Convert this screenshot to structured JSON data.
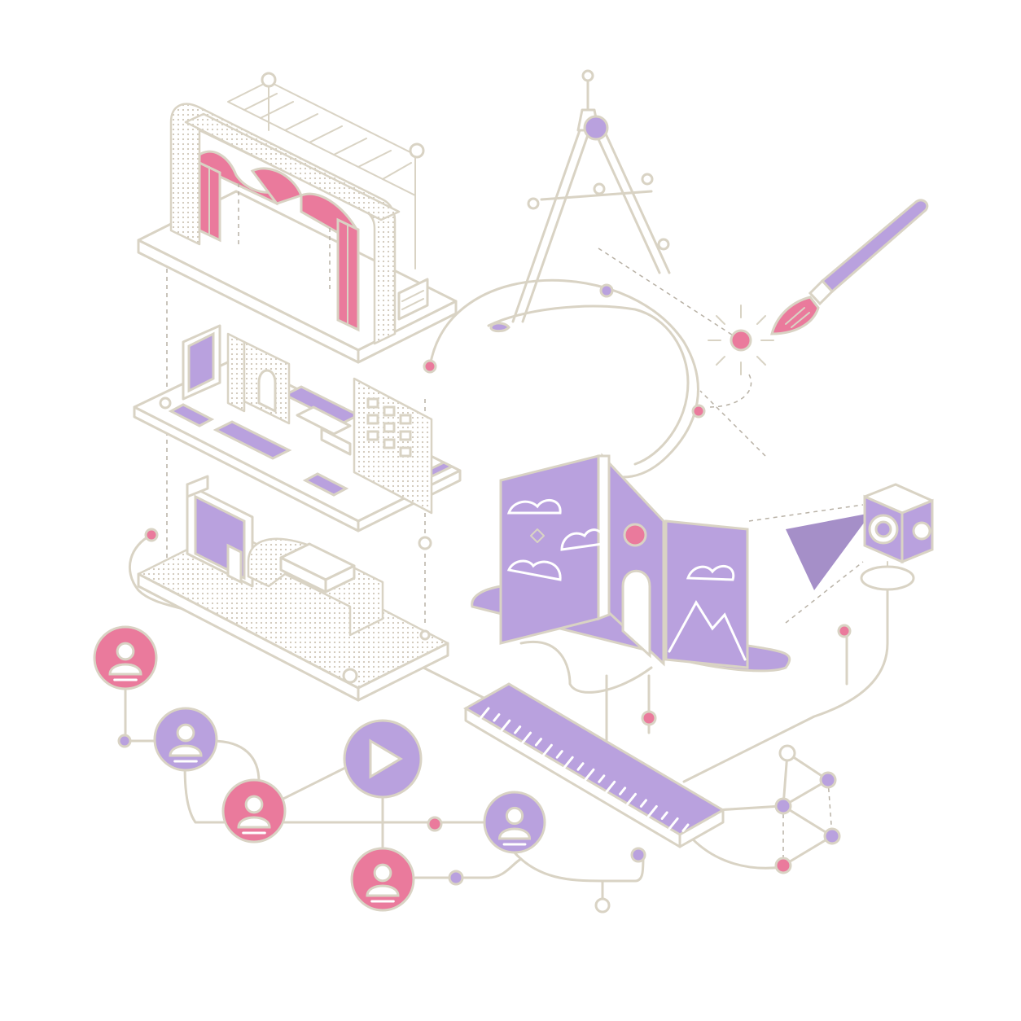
{
  "colors": {
    "line": "#d9d3c4",
    "dash": "#b9b2a6",
    "pink": "#ea7a9c",
    "purple": "#b9a1de",
    "purple_dark": "#a58fc8"
  },
  "icons": {
    "stage": "theater-stage-icon",
    "compass": "drafting-compass-icon",
    "brush": "paintbrush-icon",
    "booklet": "fold-out-booklet-icon",
    "projector": "projector-cube-icon",
    "ruler": "ruler-icon",
    "play": "play-icon",
    "user": "user-avatar-icon",
    "network": "node-network-icon"
  },
  "people": [
    {
      "color": "pink"
    },
    {
      "color": "purple"
    },
    {
      "color": "pink"
    },
    {
      "color": "purple"
    },
    {
      "color": "pink"
    }
  ]
}
